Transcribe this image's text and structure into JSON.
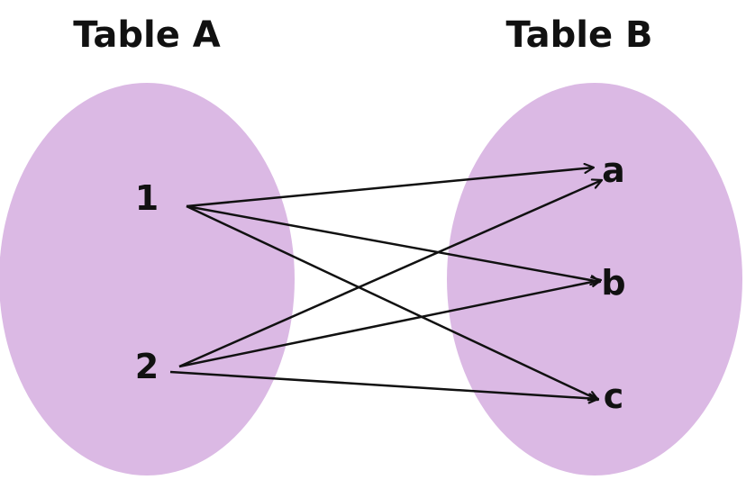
{
  "diagram": {
    "colors": {
      "set_fill": "#dbb9e4",
      "ink": "#111111",
      "background": "#ffffff"
    },
    "table_a": {
      "title": "Table A",
      "elements": [
        "1",
        "2"
      ]
    },
    "table_b": {
      "title": "Table B",
      "elements": [
        "a",
        "b",
        "c"
      ]
    },
    "mappings": [
      {
        "from": "1",
        "to": "a"
      },
      {
        "from": "1",
        "to": "b"
      },
      {
        "from": "1",
        "to": "c"
      },
      {
        "from": "2",
        "to": "a"
      },
      {
        "from": "2",
        "to": "b"
      },
      {
        "from": "2",
        "to": "c"
      }
    ]
  }
}
